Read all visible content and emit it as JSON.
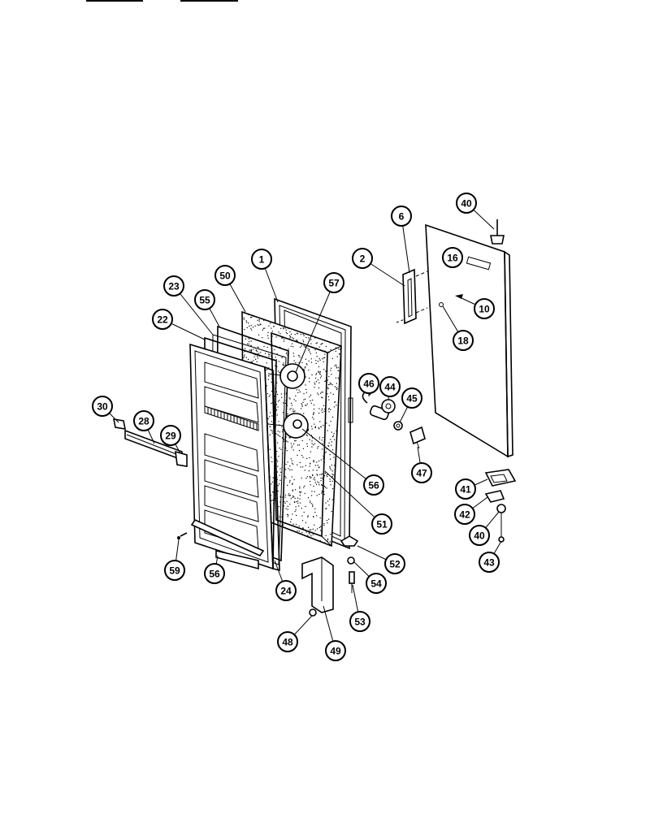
{
  "parts": [
    {
      "id": "p1",
      "label": "1"
    },
    {
      "id": "p2",
      "label": "2"
    },
    {
      "id": "p6",
      "label": "6"
    },
    {
      "id": "p10",
      "label": "10"
    },
    {
      "id": "p16",
      "label": "16"
    },
    {
      "id": "p18",
      "label": "18"
    },
    {
      "id": "p22",
      "label": "22"
    },
    {
      "id": "p23",
      "label": "23"
    },
    {
      "id": "p24",
      "label": "24"
    },
    {
      "id": "p28",
      "label": "28"
    },
    {
      "id": "p29",
      "label": "29"
    },
    {
      "id": "p30",
      "label": "30"
    },
    {
      "id": "p40a",
      "label": "40"
    },
    {
      "id": "p40b",
      "label": "40"
    },
    {
      "id": "p41",
      "label": "41"
    },
    {
      "id": "p42",
      "label": "42"
    },
    {
      "id": "p43",
      "label": "43"
    },
    {
      "id": "p44",
      "label": "44"
    },
    {
      "id": "p45",
      "label": "45"
    },
    {
      "id": "p46",
      "label": "46"
    },
    {
      "id": "p47",
      "label": "47"
    },
    {
      "id": "p48",
      "label": "48"
    },
    {
      "id": "p49",
      "label": "49"
    },
    {
      "id": "p50",
      "label": "50"
    },
    {
      "id": "p51",
      "label": "51"
    },
    {
      "id": "p52",
      "label": "52"
    },
    {
      "id": "p53",
      "label": "53"
    },
    {
      "id": "p54",
      "label": "54"
    },
    {
      "id": "p55",
      "label": "55"
    },
    {
      "id": "p56a",
      "label": "56"
    },
    {
      "id": "p56b",
      "label": "56"
    },
    {
      "id": "p57",
      "label": "57"
    },
    {
      "id": "p59",
      "label": "59"
    }
  ]
}
